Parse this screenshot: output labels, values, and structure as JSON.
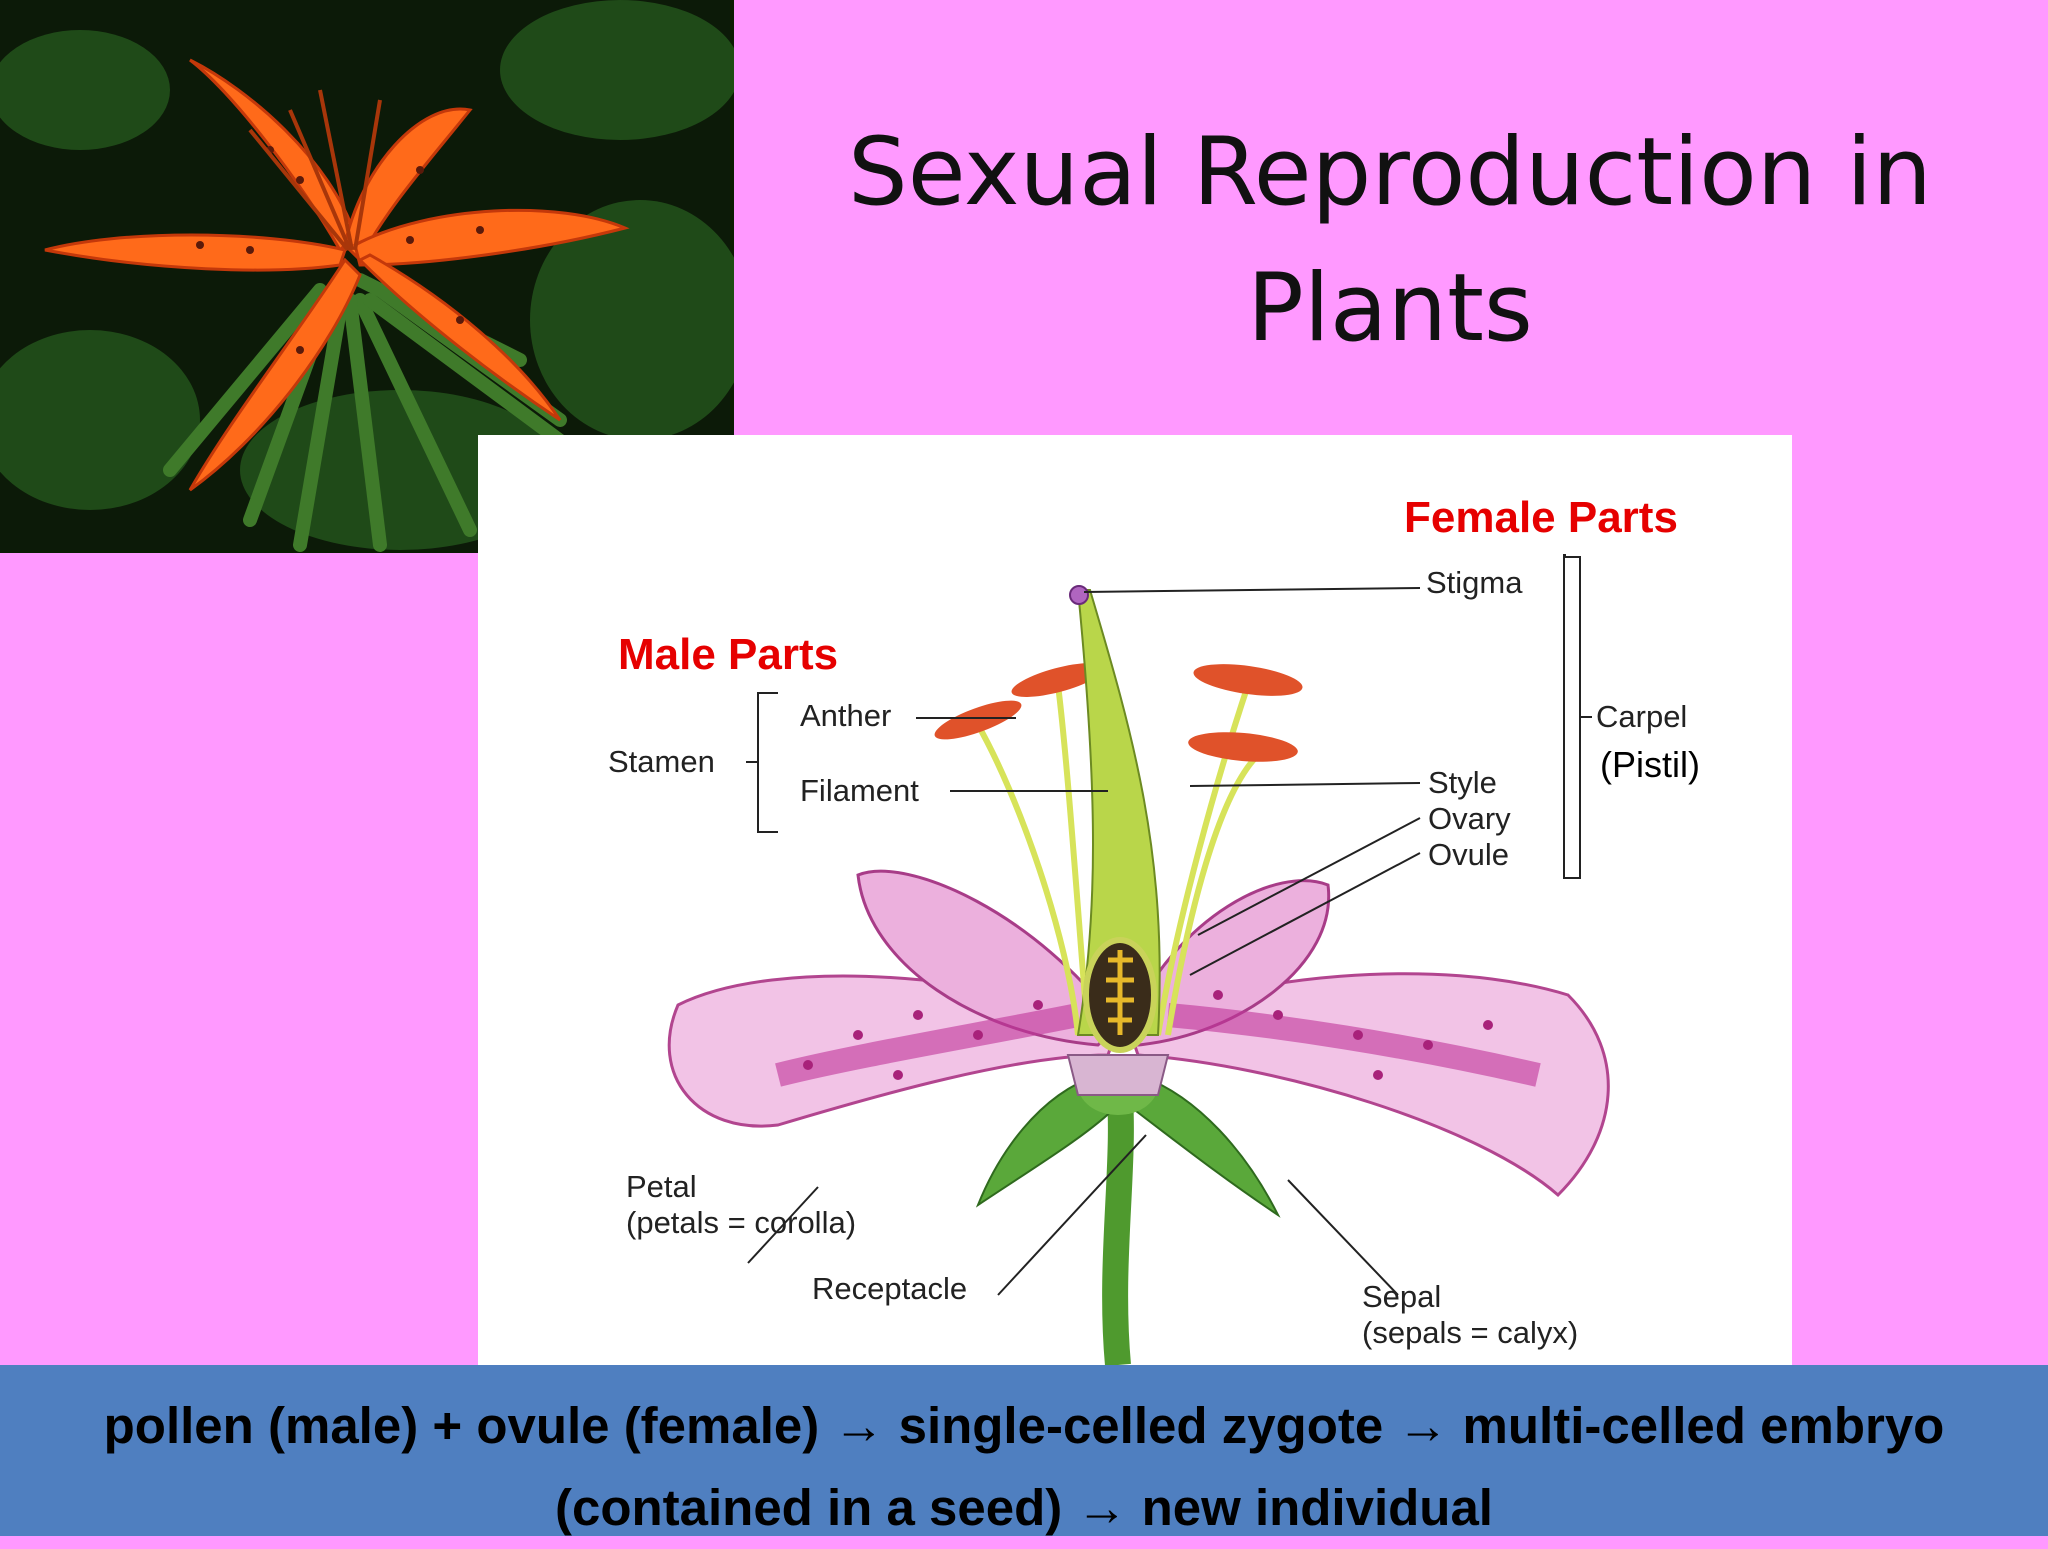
{
  "title": "Sexual Reproduction in Plants",
  "photo": {
    "subject": "orange tiger lily",
    "icon": "lily-photo"
  },
  "diagram": {
    "female_heading": "Female Parts",
    "male_heading": "Male Parts",
    "labels": {
      "stigma": "Stigma",
      "carpel": "Carpel",
      "pistil": "(Pistil)",
      "style": "Style",
      "ovary": "Ovary",
      "ovule": "Ovule",
      "anther": "Anther",
      "stamen": "Stamen",
      "filament": "Filament",
      "petal": "Petal",
      "petal_note": "(petals = corolla)",
      "receptacle": "Receptacle",
      "sepal": "Sepal",
      "sepal_note": "(sepals = calyx)"
    }
  },
  "footer": {
    "text": "pollen (male) + ovule (female) → single-celled zygote → multi-celled embryo (contained in a seed) → new individual"
  },
  "colors": {
    "background": "#ff99ff",
    "footer": "#4f7fc0",
    "heading_red": "#e60000"
  }
}
